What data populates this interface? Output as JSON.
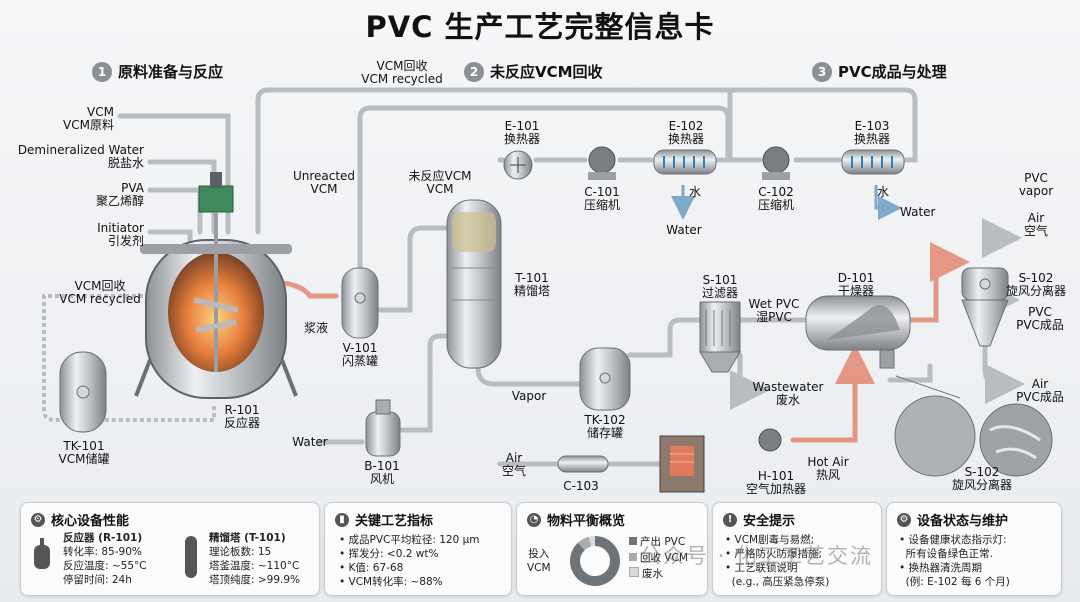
{
  "title": "PVC 生产工艺完整信息卡",
  "sections": {
    "s1": {
      "num": "1",
      "label": "原料准备与反应"
    },
    "s2": {
      "num": "2",
      "label": "未反应VCM回收"
    },
    "s3": {
      "num": "3",
      "label": "PVC成品与处理"
    }
  },
  "inputs": {
    "vcm": "VCM\nVCM原料",
    "water": "Demineralized Water\n脱盐水",
    "pva": "PVA\n聚乙烯醇",
    "initiator": "Initiator\n引发剂"
  },
  "labels": {
    "vcm_recycled_top": "VCM回收\nVCM recycled",
    "vcm_recycled_left": "VCM回收\nVCM recycled",
    "unreacted_vcm": "Unreacted\nVCM",
    "unreacted_vcm_cn": "未反应VCM\nVCM",
    "slurry": "浆液",
    "water_in": "Water",
    "vapor": "Vapor",
    "water_out1": "Water",
    "water_cn1": "水",
    "water_cn2": "水",
    "water_out2": "Water",
    "wet_pvc": "Wet PVC\n湿PVC",
    "wastewater": "Wastewater\n废水",
    "air_in": "Air\n空气",
    "hot_air": "Hot Air\n热风",
    "pvc_vapor": "PVC\nvapor",
    "air_top": "Air\n空气",
    "pvc_product1": "PVC\nPVC成品",
    "pvc_product2": "Air\nPVC成品"
  },
  "equipment": {
    "r101": "R-101\n反应器",
    "tk101": "TK-101\nVCM储罐",
    "v101": "V-101\n闪蒸罐",
    "t101": "T-101\n精馏塔",
    "b101": "B-101\n风机",
    "e101": "E-101\n换热器",
    "c101": "C-101\n压缩机",
    "e102": "E-102\n换热器",
    "c102": "C-102\n压缩机",
    "e103": "E-103\n换热器",
    "tk102": "TK-102\n储存罐",
    "s101": "S-101\n过滤器",
    "d101": "D-101\n干燥器",
    "s102a": "S-102\n旋风分离器",
    "s102b": "S-102\n旋风分离器",
    "h101": "H-101\n空气加热器",
    "c103": "C-103"
  },
  "panels": {
    "p1": {
      "title": "核心设备性能",
      "r_title": "反应器 (R-101)",
      "r_lines": [
        "转化率: 85-90%",
        "反应温度: ~55°C",
        "停留时间: 24h"
      ],
      "t_title": "精馏塔 (T-101)",
      "t_lines": [
        "理论板数: 15",
        "塔釜温度: ~110°C",
        "塔顶纯度: >99.9%"
      ]
    },
    "p2": {
      "title": "关键工艺指标",
      "lines": [
        "• 成品PVC平均粒径: 120 μm",
        "• 挥发分: <0.2 wt%",
        "• K值: 67-68",
        "• VCM转化率: ~88%"
      ]
    },
    "p3": {
      "title": "物料平衡概览",
      "input_label": "投入\nVCM",
      "legend": [
        "产出 PVC",
        "回收 VCM",
        "废水"
      ],
      "donut_values": [
        0.88,
        0.08,
        0.04
      ],
      "colors": [
        "#6e7378",
        "#a7acb1",
        "#d8dbde"
      ]
    },
    "p4": {
      "title": "安全提示",
      "lines": [
        "• VCM剧毒与易燃;",
        "• 严格防火防爆措施;",
        "• 工艺联锁说明",
        "  (e.g., 高压紧急停泵)"
      ]
    },
    "p5": {
      "title": "设备状态与维护",
      "lines": [
        "• 设备健康状态指示灯:",
        "  所有设备绿色正常.",
        "• 换热器清洗周期",
        "  (例: E-102 每 6 个月)"
      ]
    }
  },
  "watermark": "公众号 · 化工工艺交流",
  "colors": {
    "pipe": "#b9bcc0",
    "hot": "#e07a5f",
    "accent": "#2d7fb8"
  }
}
